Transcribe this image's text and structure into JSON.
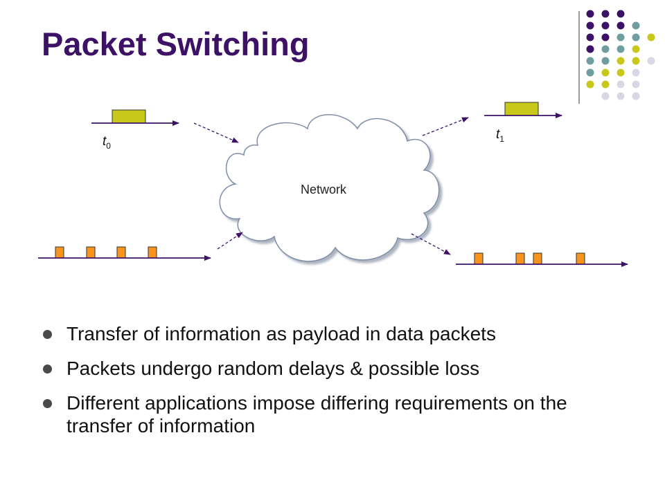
{
  "slide": {
    "title": "Packet Switching",
    "network_label": "Network",
    "labels": {
      "t0": {
        "base": "t",
        "sub": "0"
      },
      "t1": {
        "base": "t",
        "sub": "1"
      }
    },
    "bullets": [
      "Transfer of information as payload in data packets",
      "Packets undergo random delays & possible loss",
      "Different applications impose differing requirements on the transfer of information"
    ]
  },
  "colors": {
    "title": "#3d1166",
    "packet_large": "#c8c81a",
    "packet_small": "#f7941d",
    "arrow": "#3d1166",
    "cloud_fill": "#ffffff",
    "cloud_stroke": "#7f8fa8",
    "dots": [
      "#3d1166",
      "#6e9ea0",
      "#c8c81a",
      "#d9d6e6"
    ]
  }
}
